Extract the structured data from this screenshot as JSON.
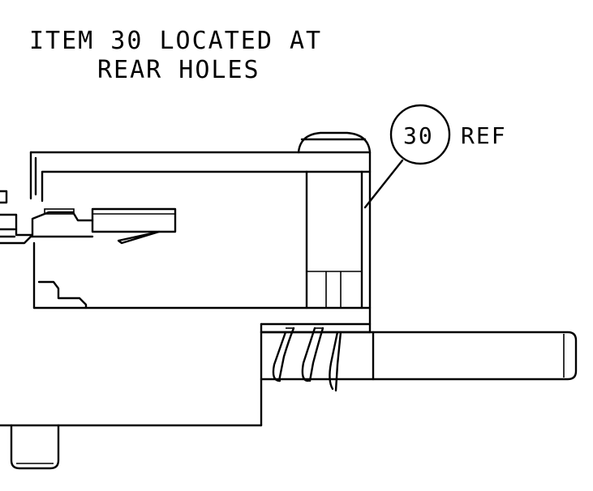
{
  "note": {
    "line1": "ITEM 30 LOCATED AT",
    "line2": "REAR HOLES"
  },
  "balloon": {
    "item_number": "30",
    "suffix": "REF"
  },
  "colors": {
    "line": "#000000",
    "background": "#ffffff"
  }
}
